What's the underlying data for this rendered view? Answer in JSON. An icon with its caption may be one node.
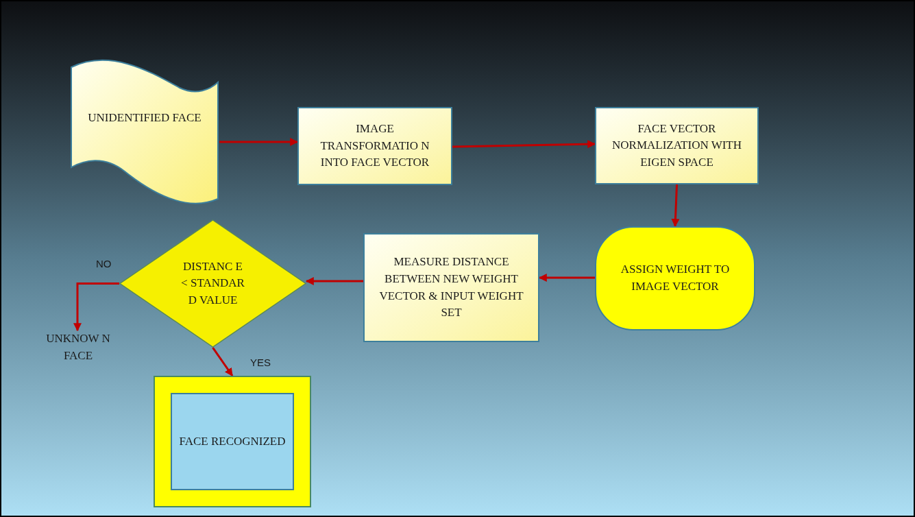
{
  "diagram": {
    "nodes": [
      {
        "text": [
          "UNIDENTIFIED FACE"
        ]
      },
      {
        "text": [
          "IMAGE TRANSFORMATIO N INTO FACE VECTOR"
        ]
      },
      {
        "text": [
          "FACE VECTOR NORMALIZATION WITH EIGEN SPACE"
        ]
      },
      {
        "text": [
          "ASSIGN WEIGHT TO IMAGE VECTOR"
        ]
      },
      {
        "text": [
          "MEASURE DISTANCE BETWEEN NEW WEIGHT VECTOR & INPUT WEIGHT SET"
        ]
      },
      {
        "text": [
          "DISTANC E < STANDAR D VALUE"
        ]
      },
      {
        "text": [
          "UNKNOW N FACE"
        ]
      },
      {
        "text": [
          "FACE RECOGNIZED"
        ]
      }
    ],
    "edges": [
      {
        "from": 0,
        "to": 1,
        "arrow": "to"
      },
      {
        "from": 1,
        "to": 2,
        "arrow": "to"
      },
      {
        "from": 2,
        "to": 3,
        "arrow": "to"
      },
      {
        "from": 3,
        "to": 4,
        "arrow": "to"
      },
      {
        "from": 4,
        "to": 5,
        "arrow": "to"
      },
      {
        "from": 5,
        "to": 6,
        "arrow": "to",
        "label": "NO"
      },
      {
        "from": 5,
        "to": 7,
        "arrow": "to",
        "label": "YES"
      }
    ]
  }
}
